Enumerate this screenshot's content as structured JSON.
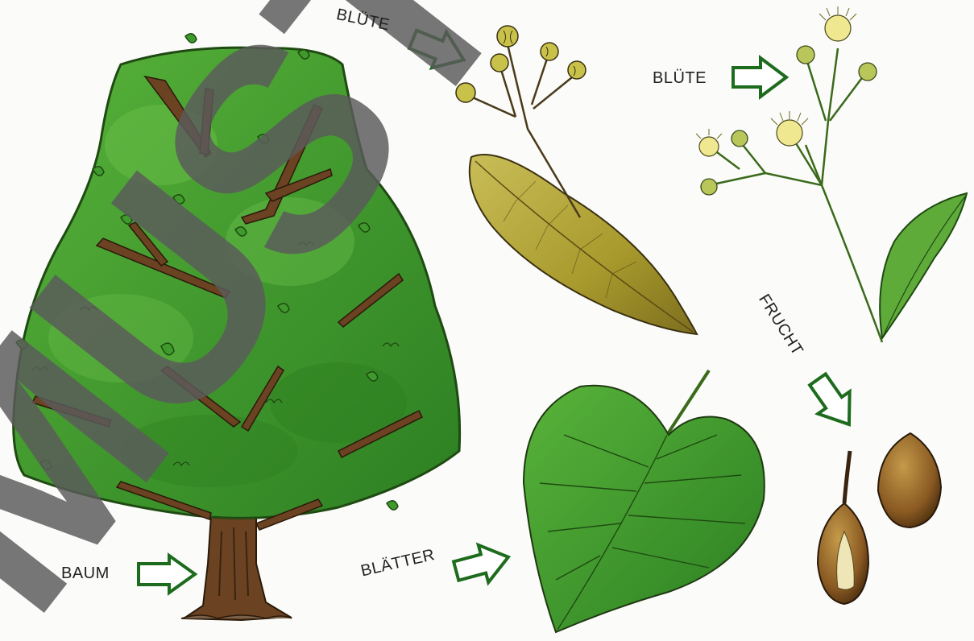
{
  "labels": {
    "baum": "BAUM",
    "blaetter": "BLÄTTER",
    "bluete_left": "BLÜTE",
    "bluete_right": "BLÜTE",
    "frucht": "FRUCHT"
  },
  "watermark": "MUSTER",
  "colors": {
    "leaf_green": "#3f9a2c",
    "dark_green": "#1f6a1a",
    "arrow_green": "#1d6b1d",
    "bark_brown": "#6b4222",
    "fruit_brown": "#8a5a22",
    "watermark_gray": "#5b5b5b"
  },
  "icons": {
    "arrow": "outline-arrow-right-icon"
  }
}
